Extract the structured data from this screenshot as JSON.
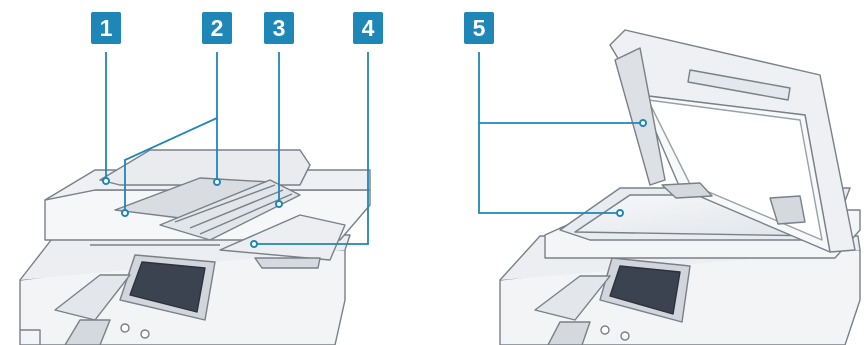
{
  "callouts": [
    {
      "number": "1",
      "target": "printer-left"
    },
    {
      "number": "2",
      "target": "printer-left"
    },
    {
      "number": "3",
      "target": "printer-left"
    },
    {
      "number": "4",
      "target": "printer-left"
    },
    {
      "number": "5",
      "target": "printer-right"
    }
  ],
  "colors": {
    "badge": "#1f86b8",
    "leader": "#1f86b8",
    "outline": "#7a8088",
    "body": "#f3f4f6",
    "screen": "#3b4350"
  }
}
